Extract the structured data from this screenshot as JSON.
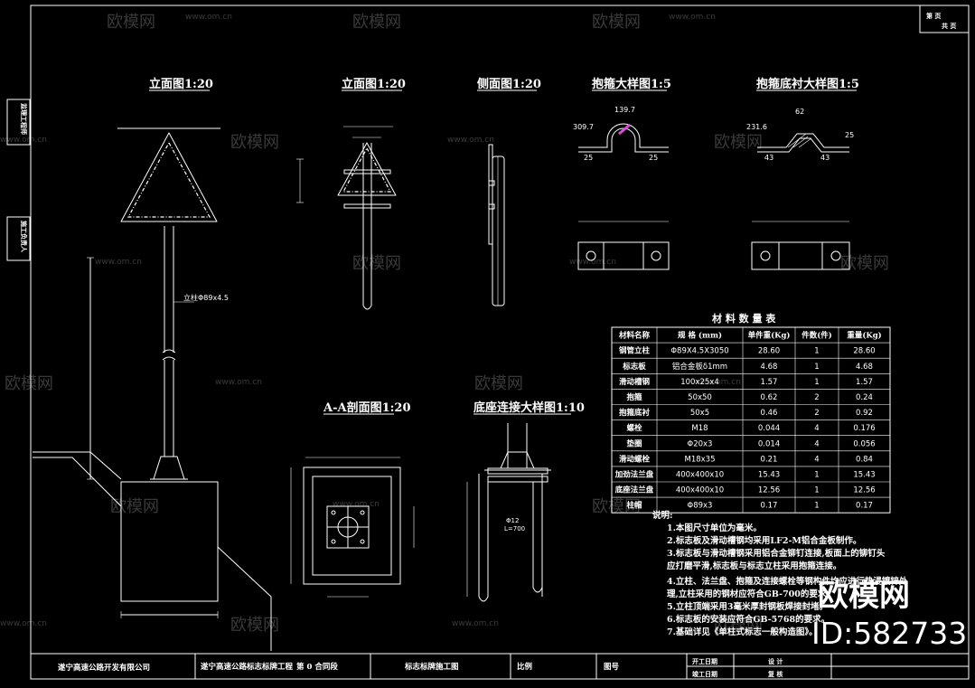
{
  "views": {
    "front_view_1": "立面图1:20",
    "front_view_2": "立面图1:20",
    "side_view": "侧面图1:20",
    "clamp_detail": "抱箍大样图1:5",
    "clamp_liner_detail": "抱箍底衬大样图1:5",
    "section_aa": "A-A剖面图1:20",
    "base_connection_detail": "底座连接大样图1:10"
  },
  "dimensions": {
    "column_label": "立柱Φ89x4.5",
    "clamp_r": "139.7",
    "clamp_left": "309.7",
    "clamp_25a": "25",
    "clamp_25b": "25",
    "liner_62": "62",
    "liner_left": "231.6",
    "liner_25": "25",
    "liner_43a": "43",
    "liner_43b": "43",
    "rebar_label": "Φ12",
    "rebar_label2": "L=700"
  },
  "material_table": {
    "title": "材 料 数 量 表",
    "headers": [
      "材料名称",
      "规 格 (mm)",
      "单件重(Kg)",
      "件数(件)",
      "重量(Kg)"
    ],
    "rows": [
      [
        "钢管立柱",
        "Φ89X4.5X3050",
        "28.60",
        "1",
        "28.60"
      ],
      [
        "标志板",
        "铝合金板δ1mm",
        "4.68",
        "1",
        "4.68"
      ],
      [
        "滑动槽钢",
        "100x25x4",
        "1.57",
        "1",
        "1.57"
      ],
      [
        "抱箍",
        "50x50",
        "0.62",
        "2",
        "0.24"
      ],
      [
        "抱箍底衬",
        "50x5",
        "0.46",
        "2",
        "0.92"
      ],
      [
        "螺栓",
        "M18",
        "0.044",
        "4",
        "0.176"
      ],
      [
        "垫圈",
        "Φ20x3",
        "0.014",
        "4",
        "0.056"
      ],
      [
        "滑动螺栓",
        "M18x35",
        "0.21",
        "4",
        "0.84"
      ],
      [
        "加劲法兰盘",
        "400x400x10",
        "15.43",
        "1",
        "15.43"
      ],
      [
        "底座法兰盘",
        "400x400x10",
        "12.56",
        "1",
        "12.56"
      ],
      [
        "柱帽",
        "Φ89x3",
        "0.17",
        "1",
        "0.17"
      ]
    ]
  },
  "notes": {
    "heading": "说明:",
    "items": [
      "1.本图尺寸单位为毫米。",
      "2.标志板及滑动槽钢均采用LF2-M铝合金板制作。",
      "3.标志板与滑动槽钢采用铝合金铆钉连接,板面上的铆钉头",
      "  应打磨平滑,标志板与标志立柱采用抱箍连接。",
      "4.立柱、法兰盘、抱箍及连接螺栓等钢构件均应进行热浸镀锌处",
      "  理,立柱采用的钢材应符合GB-700的要求。",
      "5.立柱顶端采用3毫米厚封钢板焊接封堵。",
      "6.标志板的安装应符合GB-5768的要求。",
      "7.基础详见《单柱式标志一般构造图》。"
    ]
  },
  "title_block": {
    "company": "遂宁高速公路开发有限公司",
    "project": "遂宁高速公路标志标牌工程",
    "contract": "第 0 合同段",
    "drawing_name": "标志标牌施工图",
    "scale_label": "比例",
    "drawing_no_label": "图号",
    "design_label": "设 计",
    "review_label": "复 核",
    "start_date": "开工日期",
    "finish_date": "竣工日期",
    "side_label_1": "监理工程师",
    "side_label_2": "施工负责人",
    "sheet_1": "第 页",
    "sheet_2": "共 页"
  },
  "watermark": {
    "brand": "欧模网",
    "site": "www.om.cn",
    "id": "ID:582733"
  },
  "colors": {
    "background": "#000000",
    "lines": "#ffffff",
    "accent": "#d94fd9"
  }
}
